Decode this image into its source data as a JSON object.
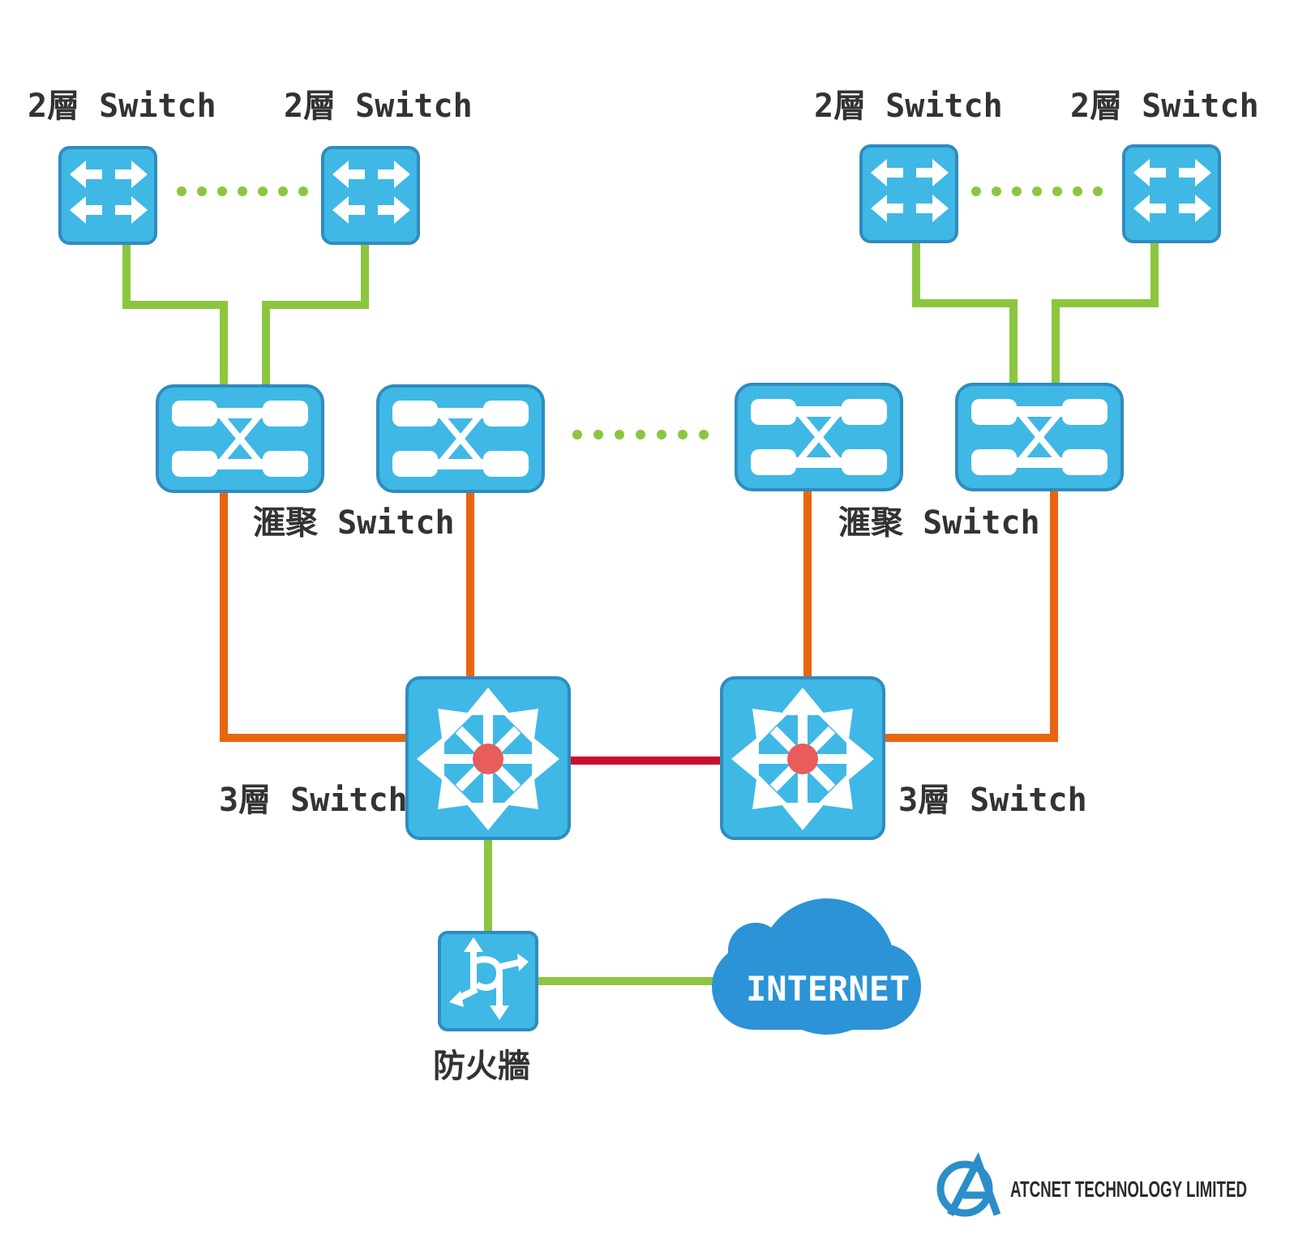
{
  "labels": {
    "l2_a": "2層 Switch",
    "l2_b": "2層 Switch",
    "l2_c": "2層 Switch",
    "l2_d": "2層 Switch",
    "agg_left": "滙聚 Switch",
    "agg_right": "滙聚 Switch",
    "l3_left": "3層 Switch",
    "l3_right": "3層 Switch",
    "firewall": "防火牆",
    "internet": "INTERNET",
    "brand": "ATCNET TECHNOLOGY LIMITED"
  },
  "colors": {
    "device_fill": "#3fb8e6",
    "device_border": "#2f8cbf",
    "link_access": "#8cc63f",
    "link_aggregation": "#e8650f",
    "link_core": "#c8102e",
    "core_center": "#e85c5c",
    "cloud": "#2b93d6",
    "logo": "#2b8ec8",
    "text": "#333333"
  },
  "icons": {
    "l2_switch": "l2-switch-icon",
    "aggregation_switch": "aggregation-switch-icon",
    "l3_switch": "l3-switch-icon",
    "firewall": "firewall-icon",
    "internet": "cloud-icon",
    "logo": "atcnet-logo-icon"
  }
}
